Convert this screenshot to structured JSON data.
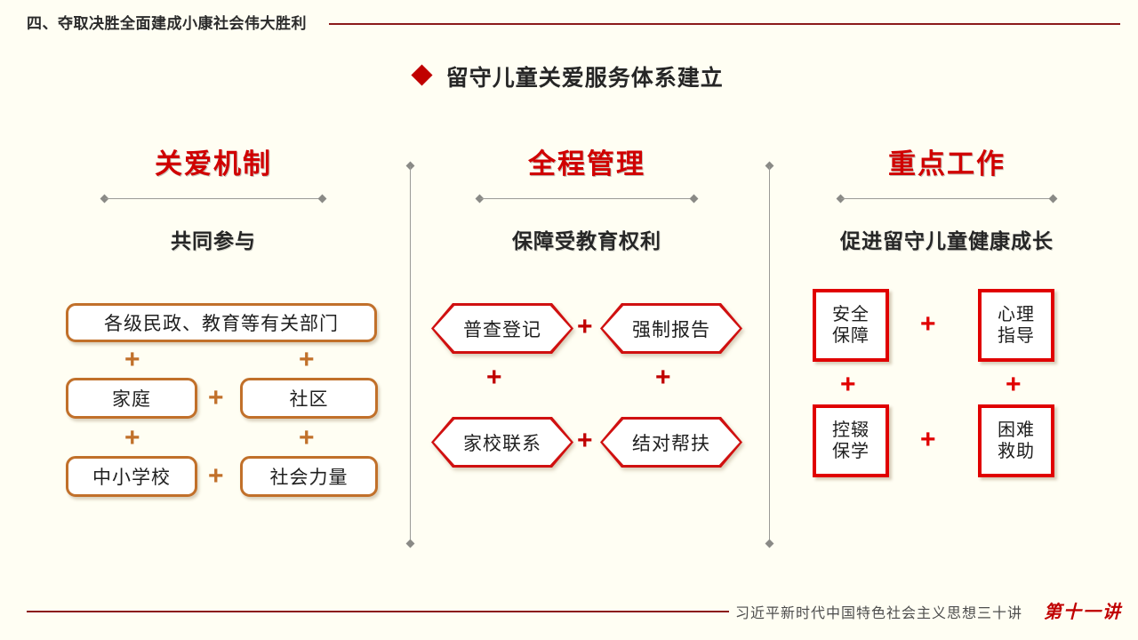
{
  "header": {
    "section_title": "四、夺取决胜全面建成小康社会伟大胜利"
  },
  "slide": {
    "bullet_icon": "diamond-icon",
    "title": "留守儿童关爱服务体系建立",
    "background_color": "#FFFEF3",
    "accent_red": "#C00000",
    "accent_orange": "#C1702A",
    "rule_color": "#8B1A1A"
  },
  "columns": [
    {
      "heading": "关爱机制",
      "subheading": "共同参与",
      "style": "rounded-orange",
      "boxes": [
        "各级民政、教育等有关部门",
        "家庭",
        "社区",
        "中小学校",
        "社会力量"
      ],
      "plus_symbol": "+",
      "plus_count": 6
    },
    {
      "heading": "全程管理",
      "subheading": "保障受教育权利",
      "style": "hexagon-red",
      "boxes": [
        "普查登记",
        "强制报告",
        "家校联系",
        "结对帮扶"
      ],
      "plus_symbol": "+",
      "plus_count": 4
    },
    {
      "heading": "重点工作",
      "subheading": "促进留守儿童健康成长",
      "style": "square-red",
      "boxes": [
        {
          "line1": "安全",
          "line2": "保障"
        },
        {
          "line1": "心理",
          "line2": "指导"
        },
        {
          "line1": "控辍",
          "line2": "保学"
        },
        {
          "line1": "困难",
          "line2": "救助"
        }
      ],
      "plus_symbol": "+",
      "plus_count": 4
    }
  ],
  "footer": {
    "series_title": "习近平新时代中国特色社会主义思想三十讲",
    "lecture_badge": "第十一讲"
  }
}
